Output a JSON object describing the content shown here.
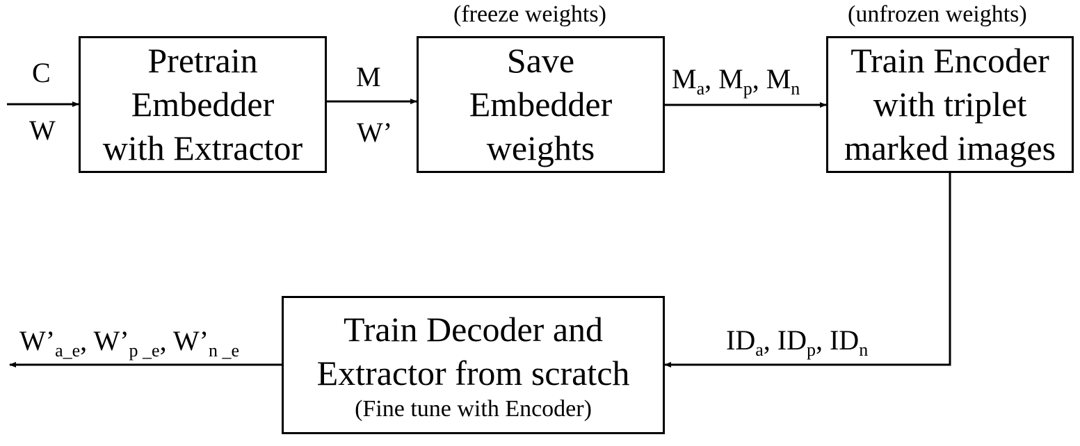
{
  "boxes": {
    "pretrain": {
      "lines": [
        "Pretrain",
        "Embedder",
        "with Extractor"
      ]
    },
    "save": {
      "lines": [
        "Save",
        "Embedder",
        "weights"
      ],
      "note": "(freeze weights)"
    },
    "train_encoder": {
      "lines": [
        "Train Encoder",
        "with triplet",
        "marked images"
      ],
      "note": "(unfrozen weights)"
    },
    "train_decoder": {
      "lines": [
        "Train Decoder and",
        "Extractor from scratch"
      ],
      "subline": "(Fine tune with Encoder)"
    }
  },
  "edges": {
    "input": {
      "top": "C",
      "bottom": "W"
    },
    "pretrain_to_save": {
      "top": "M",
      "bottom": "W’"
    },
    "save_to_encoder": {
      "m": "M",
      "a": "a",
      "p": "p",
      "n": "n",
      "sep": ", "
    },
    "encoder_to_decoder": {
      "id": "ID",
      "a": "a",
      "p": "p",
      "n": "n",
      "sep": ", "
    },
    "output": {
      "w": "W’",
      "a": "a_e",
      "p": "p _e",
      "n": "n _e",
      "sep": ", "
    }
  }
}
